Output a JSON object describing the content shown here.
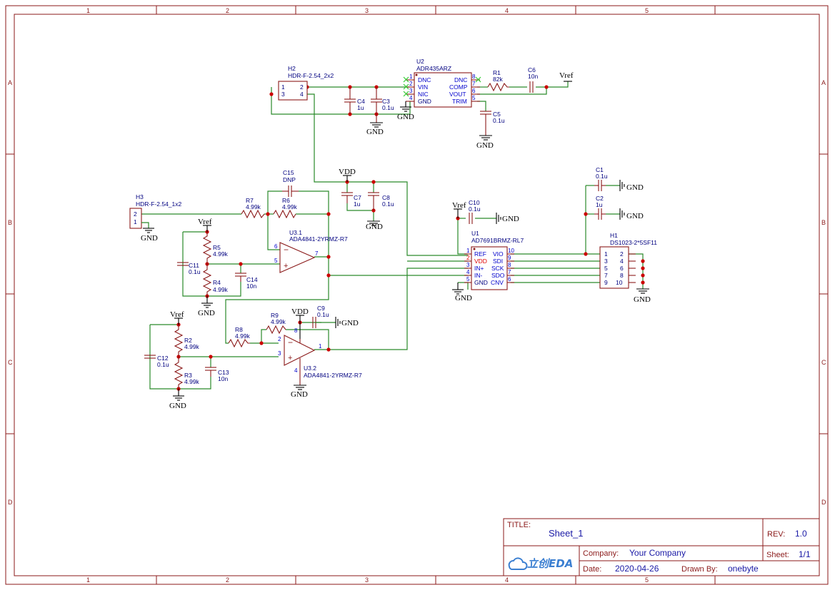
{
  "frame": {
    "columns": [
      "1",
      "2",
      "3",
      "4",
      "5"
    ],
    "rows": [
      "A",
      "B",
      "C",
      "D"
    ]
  },
  "components": {
    "U2": {
      "ref": "U2",
      "value": "ADR435ARZ",
      "pins_left": [
        "DNC",
        "VIN",
        "NIC",
        "GND"
      ],
      "pins_right": [
        "DNC",
        "COMP",
        "VOUT",
        "TRIM"
      ],
      "nums_left": [
        "1",
        "2",
        "3",
        "4"
      ],
      "nums_right": [
        "8",
        "7",
        "6",
        "5"
      ]
    },
    "H2": {
      "ref": "H2",
      "value": "HDR-F-2.54_2x2",
      "pins": [
        "1",
        "2",
        "3",
        "4"
      ]
    },
    "H3": {
      "ref": "H3",
      "value": "HDR-F-2.54_1x2",
      "pins": [
        "2",
        "1"
      ]
    },
    "U1": {
      "ref": "U1",
      "value": "AD7691BRMZ-RL7",
      "pins_left": [
        "REF",
        "VDD",
        "IN+",
        "IN-",
        "GND"
      ],
      "pins_right": [
        "VIO",
        "SDI",
        "SCK",
        "SDO",
        "CNV"
      ],
      "nums_left": [
        "1",
        "2",
        "3",
        "4",
        "5"
      ],
      "nums_right": [
        "10",
        "9",
        "8",
        "7",
        "6"
      ]
    },
    "H1": {
      "ref": "H1",
      "value": "DS1023-2*5SF11",
      "pins_left": [
        "1",
        "3",
        "5",
        "7",
        "9"
      ],
      "pins_right": [
        "2",
        "4",
        "6",
        "8",
        "10"
      ]
    },
    "U31": {
      "ref": "U3.1",
      "value": "ADA4841-2YRMZ-R7",
      "pin_inv": "6",
      "pin_noninv": "5",
      "pin_out": "7"
    },
    "U32": {
      "ref": "U3.2",
      "value": "ADA4841-2YRMZ-R7",
      "pin_inv": "2",
      "pin_noninv": "3",
      "pin_out": "1",
      "pin_vdd": "8",
      "pin_gnd": "4"
    },
    "R1": {
      "ref": "R1",
      "value": "82k"
    },
    "R2": {
      "ref": "R2",
      "value": "4.99k"
    },
    "R3": {
      "ref": "R3",
      "value": "4.99k"
    },
    "R4": {
      "ref": "R4",
      "value": "4.99k"
    },
    "R5": {
      "ref": "R5",
      "value": "4.99k"
    },
    "R6": {
      "ref": "R6",
      "value": "4.99k"
    },
    "R7": {
      "ref": "R7",
      "value": "4.99k"
    },
    "R8": {
      "ref": "R8",
      "value": "4.99k"
    },
    "R9": {
      "ref": "R9",
      "value": "4.99k"
    },
    "C1": {
      "ref": "C1",
      "value": "0.1u"
    },
    "C2": {
      "ref": "C2",
      "value": "1u"
    },
    "C3": {
      "ref": "C3",
      "value": "0.1u"
    },
    "C4": {
      "ref": "C4",
      "value": "1u"
    },
    "C5": {
      "ref": "C5",
      "value": "0.1u"
    },
    "C6": {
      "ref": "C6",
      "value": "10n"
    },
    "C7": {
      "ref": "C7",
      "value": "1u"
    },
    "C8": {
      "ref": "C8",
      "value": "0.1u"
    },
    "C9": {
      "ref": "C9",
      "value": "0.1u"
    },
    "C10": {
      "ref": "C10",
      "value": "0.1u"
    },
    "C11": {
      "ref": "C11",
      "value": "0.1u"
    },
    "C12": {
      "ref": "C12",
      "value": "0.1u"
    },
    "C13": {
      "ref": "C13",
      "value": "10n"
    },
    "C14": {
      "ref": "C14",
      "value": "10n"
    },
    "C15": {
      "ref": "C15",
      "value": "DNP"
    }
  },
  "nets": {
    "gnd": "GND",
    "vdd": "VDD",
    "vref": "Vref"
  },
  "title_block": {
    "title_label": "TITLE:",
    "title": "Sheet_1",
    "rev_label": "REV:",
    "rev": "1.0",
    "company_label": "Company:",
    "company": "Your Company",
    "sheet_label": "Sheet:",
    "sheet": "1/1",
    "date_label": "Date:",
    "date": "2020-04-26",
    "drawn_label": "Drawn By:",
    "drawn_by": "onebyte",
    "logo_text": "立创EDA"
  },
  "colors": {
    "frame": "#8b1a1a",
    "wire": "#2a8a2a",
    "component": "#8b1a1a",
    "junction": "#cc0000",
    "pin_number": "#0000cc",
    "text": "#000080"
  }
}
